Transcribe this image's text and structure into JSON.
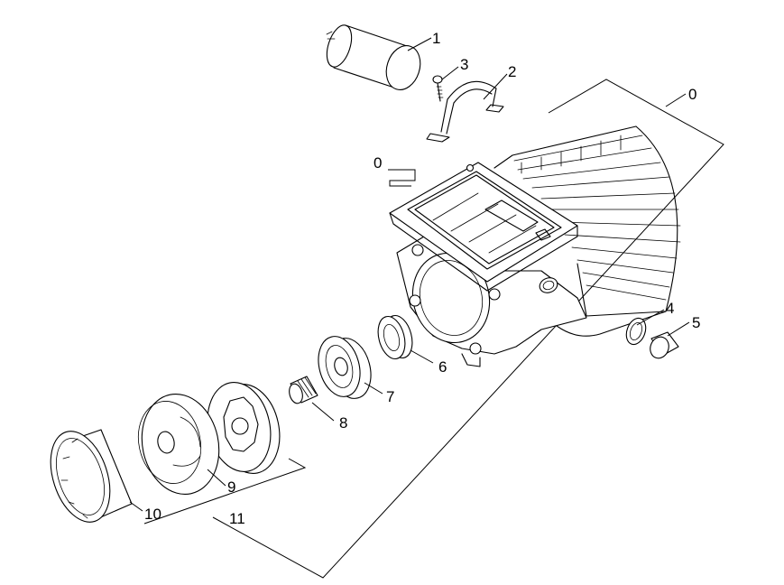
{
  "callouts": {
    "p0_right": "0",
    "p0_left": "0",
    "p1": "1",
    "p2": "2",
    "p3": "3",
    "p4": "4",
    "p5": "5",
    "p6": "6",
    "p7": "7",
    "p8": "8",
    "p9": "9",
    "p10": "10",
    "p11": "11"
  }
}
